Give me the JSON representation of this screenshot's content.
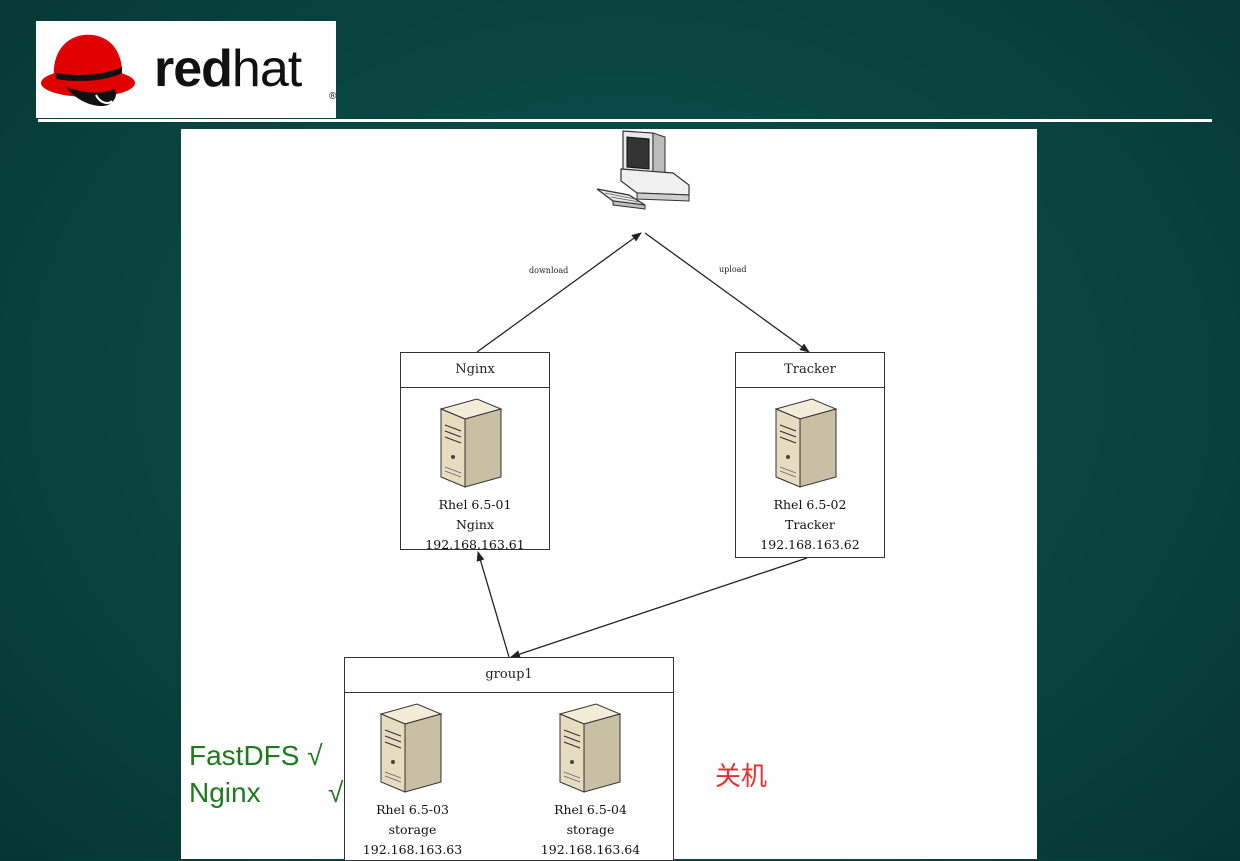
{
  "header": {
    "logo": {
      "bold": "red",
      "light": "hat",
      "reg_mark": "®"
    }
  },
  "diagram": {
    "client": {
      "icon": "desktop-computer-icon"
    },
    "edges": {
      "download": "download",
      "upload": "upload"
    },
    "nginx_box": {
      "title": "Nginx",
      "name": "Rhel 6.5-01",
      "role": "Nginx",
      "ip": "192.168.163.61"
    },
    "tracker_box": {
      "title": "Tracker",
      "name": "Rhel 6.5-02",
      "role": "Tracker",
      "ip": "192.168.163.62"
    },
    "group_box": {
      "title": "group1",
      "servers": [
        {
          "name": "Rhel 6.5-03",
          "role": "storage",
          "ip": "192.168.163.63"
        },
        {
          "name": "Rhel 6.5-04",
          "role": "storage",
          "ip": "192.168.163.64"
        }
      ]
    }
  },
  "annotations": {
    "fastdfs": "FastDFS √",
    "nginx_label": "Nginx",
    "nginx_check": "√",
    "shutdown": "关机"
  },
  "colors": {
    "background": "#0a4844",
    "annotation_green": "#1d7a1d",
    "annotation_red": "#e53030",
    "logo_red": "#e00000"
  }
}
